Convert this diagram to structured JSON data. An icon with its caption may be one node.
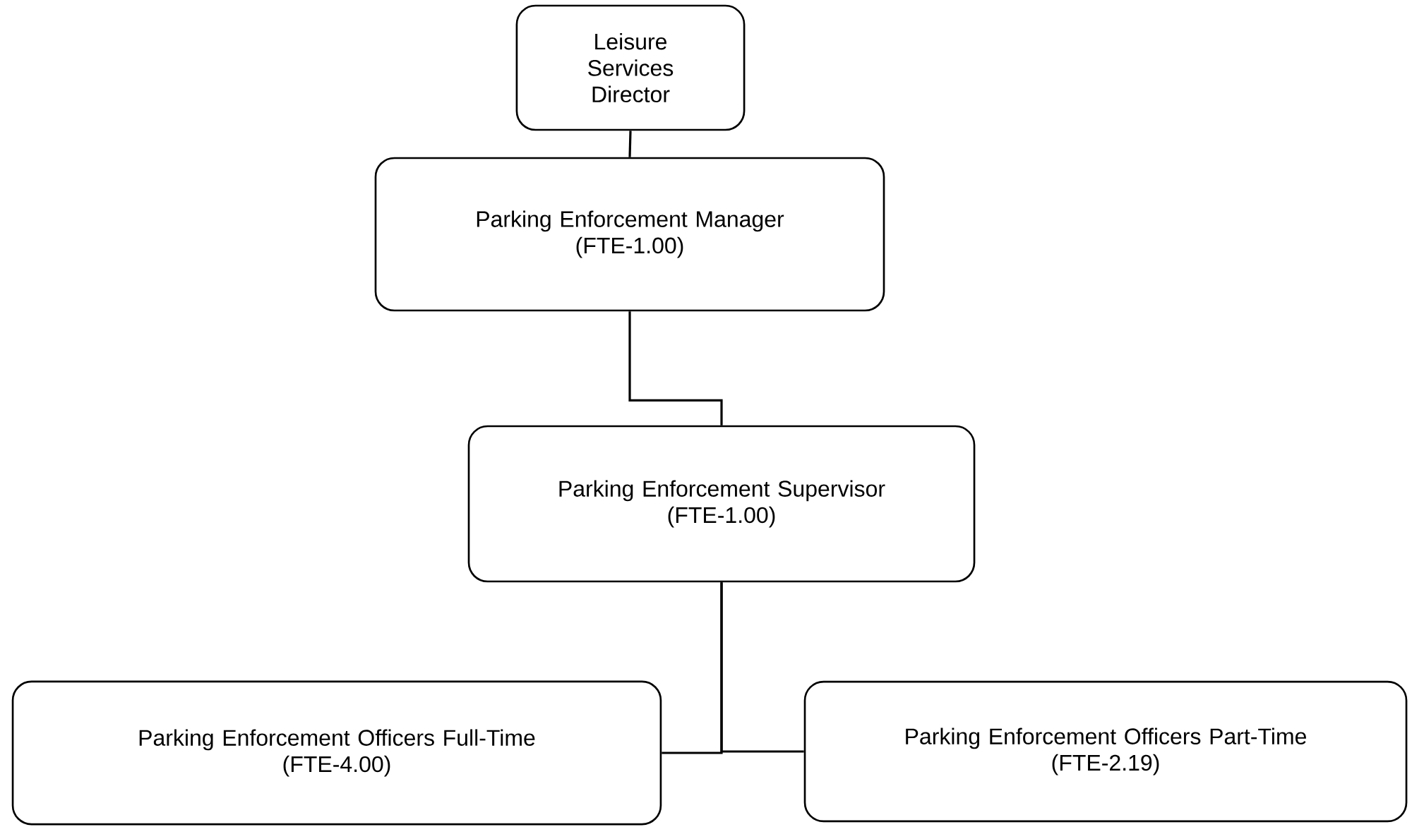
{
  "diagram": {
    "nodes": [
      {
        "text": [
          "Leisure Services Director"
        ]
      },
      {
        "text": [
          "Parking Enforcement Manager",
          "(FTE-1.00)"
        ]
      },
      {
        "text": [
          "Parking Enforcement Supervisor",
          "(FTE-1.00)"
        ]
      },
      {
        "text": [
          "Parking Enforcement Officers Full-Time",
          "(FTE-4.00)"
        ]
      },
      {
        "text": [
          "Parking Enforcement Officers Part-Time",
          "(FTE-2.19)"
        ]
      }
    ],
    "edges": [
      {
        "from": 0,
        "to": 1,
        "arrow": "none"
      },
      {
        "from": 1,
        "to": 2,
        "arrow": "none"
      },
      {
        "from": 2,
        "to": 3,
        "arrow": "none"
      },
      {
        "from": 2,
        "to": 4,
        "arrow": "none"
      }
    ]
  }
}
